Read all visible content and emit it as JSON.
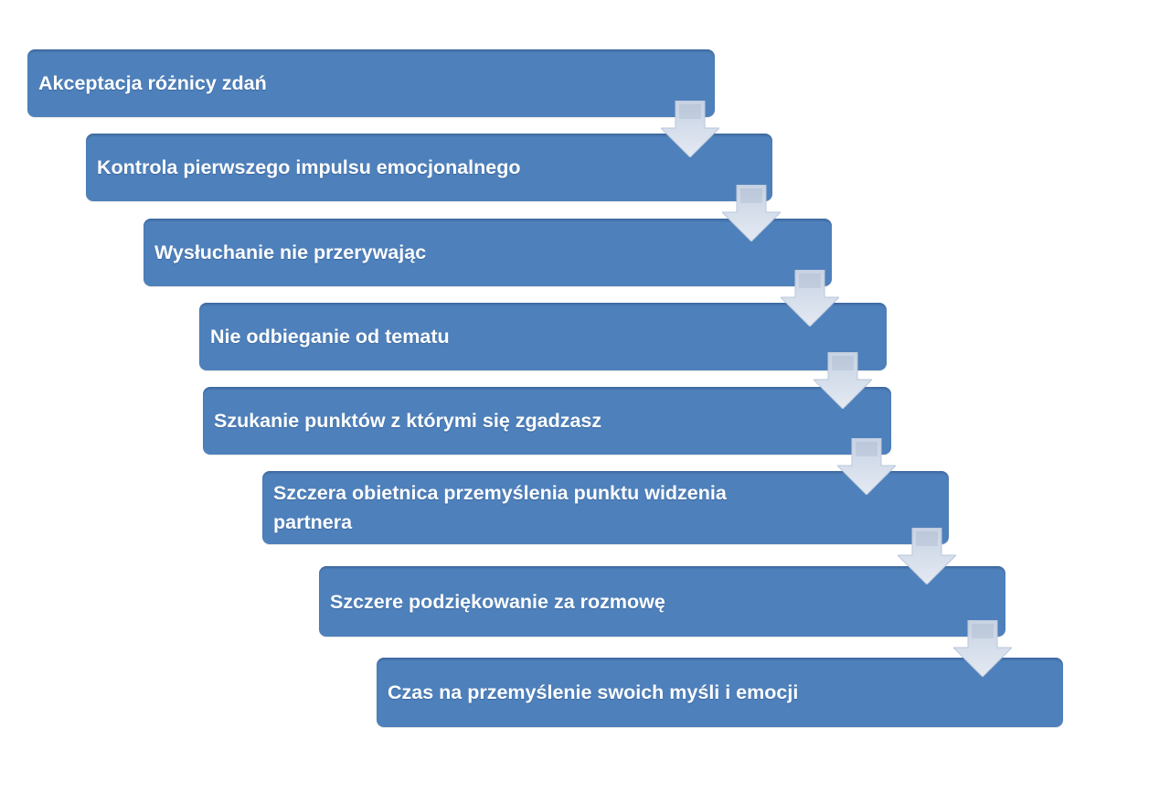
{
  "diagram": {
    "type": "step-down-process",
    "language": "pl",
    "steps": [
      {
        "label": "Akceptacja różnicy zdań"
      },
      {
        "label": "Kontrola pierwszego impulsu emocjonalnego"
      },
      {
        "label": "Wysłuchanie nie przerywając"
      },
      {
        "label": "Nie odbieganie od tematu"
      },
      {
        "label": "Szukanie punktów z którymi się zgadzasz"
      },
      {
        "label": "Szczera obietnica przemyślenia punktu widzenia partnera"
      },
      {
        "label": "Szczere podziękowanie za rozmowę"
      },
      {
        "label": "Czas na przemyślenie swoich myśli i emocji"
      }
    ],
    "connector": "down-arrow",
    "colors": {
      "bar_fill": "#4e80bb",
      "arrow_fill_top": "#c7d2e3",
      "arrow_fill_bottom": "#e4eaf3",
      "text": "#ffffff",
      "background": "#ffffff"
    }
  }
}
